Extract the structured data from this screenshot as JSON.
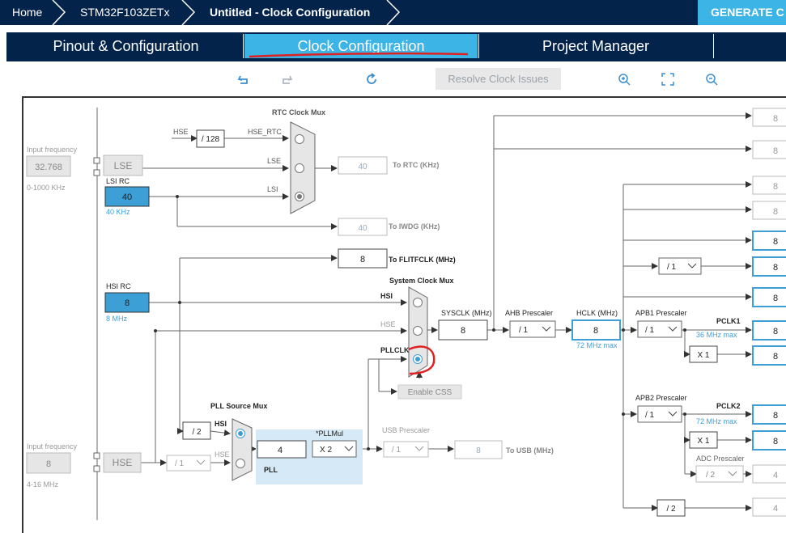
{
  "breadcrumb": {
    "home": "Home",
    "mcu": "STM32F103ZETx",
    "current": "Untitled - Clock Configuration"
  },
  "generate_button": "GENERATE C",
  "tabs": [
    "Pinout & Configuration",
    "Clock Configuration",
    "Project Manager"
  ],
  "toolbar": {
    "resolve": "Resolve Clock Issues",
    "icons": [
      "undo-icon",
      "redo-icon",
      "reset-icon",
      "zoom-in-icon",
      "fit-icon",
      "zoom-out-icon"
    ]
  },
  "colors": {
    "navy": "#03234b",
    "accent": "#3cb4e6",
    "annotation": "#e02020"
  },
  "diagram": {
    "input_freq_label": "Input frequency",
    "lse_input": "32.768",
    "lse_range": "0-1000 KHz",
    "lse": "LSE",
    "lsi_rc": "LSI RC",
    "lsi_value": "40",
    "lsi_unit": "40 KHz",
    "rtc_mux_title": "RTC Clock Mux",
    "hse": "HSE",
    "div128": "/ 128",
    "hse_rtc": "HSE_RTC",
    "lse_line": "LSE",
    "lsi_line": "LSI",
    "rtc_value": "40",
    "rtc_label": "To RTC (KHz)",
    "iwdg_value": "40",
    "iwdg_label": "To IWDG (KHz)",
    "flit_value": "8",
    "flit_label": "To FLITFCLK (MHz)",
    "hsi_rc": "HSI RC",
    "hsi_value": "8",
    "hsi_unit": "8 MHz",
    "sys_mux_title": "System Clock Mux",
    "hsi": "HSI",
    "hse2": "HSE",
    "pllclk": "PLLCLK",
    "sysclk_label": "SYSCLK (MHz)",
    "sysclk_value": "8",
    "ahb_label": "AHB Prescaler",
    "ahb_value": "/ 1",
    "hclk_label": "HCLK (MHz)",
    "hclk_value": "8",
    "hclk_max": "72 MHz max",
    "apb1_label": "APB1 Prescaler",
    "apb1_value": "/ 1",
    "pclk1": "PCLK1",
    "pclk1_max": "36 MHz max",
    "x1a": "X 1",
    "apb2_label": "APB2 Prescaler",
    "apb2_value": "/ 1",
    "pclk2": "PCLK2",
    "pclk2_max": "72 MHz max",
    "x1b": "X 1",
    "adc_label": "ADC Prescaler",
    "adc_value": "/ 2",
    "div2": "/ 2",
    "div1_mid": "/ 1",
    "enable_css": "Enable CSS",
    "pll_mux_title": "PLL Source Mux",
    "div2_pll": "/ 2",
    "hsi_p": "HSI",
    "hse_p": "HSE",
    "pll_in": "4",
    "pllmul_label": "*PLLMul",
    "pllmul_value": "X 2",
    "pll": "PLL",
    "usb_label": "USB Prescaler",
    "usb_div": "/ 1",
    "usb_value": "8",
    "usb_to": "To USB (MHz)",
    "hse_input": "8",
    "hse_range": "4-16 MHz",
    "hse_box": "HSE",
    "hse_div": "/ 1",
    "right_outputs": [
      "8",
      "8",
      "8",
      "8",
      "8",
      "8",
      "8",
      "8",
      "8",
      "8",
      "8",
      "4"
    ]
  }
}
